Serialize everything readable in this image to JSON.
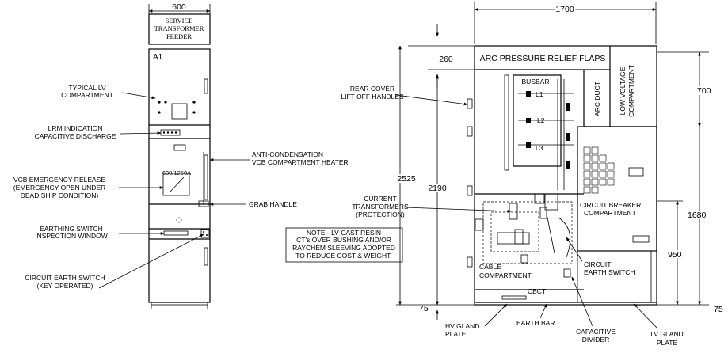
{
  "front_view": {
    "width_dim": "600",
    "header": [
      "SERVICE",
      "TRANSFORMER",
      "FEEDER"
    ],
    "panel_id": "A1",
    "rating": "630/1250A",
    "labels": {
      "typical_lv": [
        "TYPICAL LV",
        "COMPARTMENT"
      ],
      "lrm": [
        "LRM INDICATION",
        "CAPACITIVE DISCHARGE"
      ],
      "anti_condensation": [
        "ANTI-CONDENSATION",
        "VCB COMPARTMENT HEATER"
      ],
      "vcb_release": [
        "VCB EMERGENCY RELEASE",
        "(EMERGENCY OPEN UNDER",
        "DEAD SHIP CONDITION)"
      ],
      "grab_handle": [
        "GRAB HANDLE"
      ],
      "earthing_window": [
        "EARTHING SWITCH",
        "INSPECTION WINDOW"
      ],
      "circuit_earth_key": [
        "CIRCUIT EARTH SWITCH",
        "(KEY OPERATED)"
      ]
    }
  },
  "side_view": {
    "dims": {
      "width": "1700",
      "top_left": "260",
      "right_top": "700",
      "total_height": "2525",
      "inner_height": "2190",
      "right_mid": "1680",
      "right_low": "950",
      "bottom_left": "75",
      "bottom_right": "75"
    },
    "labels": {
      "arc_flaps": "ARC PRESSURE RELIEF FLAPS",
      "busbar": "BUSBAR",
      "l1": "L1",
      "l2": "L2",
      "l3": "L3",
      "arc_duct": "ARC DUCT",
      "low_voltage": [
        "LOW VOLTAGE",
        "COMPARTMENT"
      ],
      "rear_cover": [
        "REAR COVER",
        "LIFT OFF HANDLES"
      ],
      "current_transformers": [
        "CURRENT",
        "TRANSFORMERS",
        "(PROTECTION)"
      ],
      "breaker_compartment": [
        "CIRCUIT BREAKER",
        "COMPARTMENT"
      ],
      "circuit_earth": [
        "CIRCUIT",
        "EARTH SWITCH"
      ],
      "cable_compartment": [
        "CABLE",
        "COMPARTMENT"
      ],
      "cbct": "CBCT",
      "hv_gland": [
        "HV GLAND",
        "PLATE"
      ],
      "earth_bar": "EARTH BAR",
      "capacitive_divider": [
        "CAPACITIVE",
        "DIVIDER"
      ],
      "lv_gland": [
        "LV GLAND",
        "PLATE"
      ]
    },
    "note": [
      "NOTE:- LV CAST RESIN",
      "CT's OVER BUSHING AND/OR",
      "RAYCHEM SLEEVING ADOPTED",
      "TO REDUCE COST & WEIGHT."
    ]
  }
}
